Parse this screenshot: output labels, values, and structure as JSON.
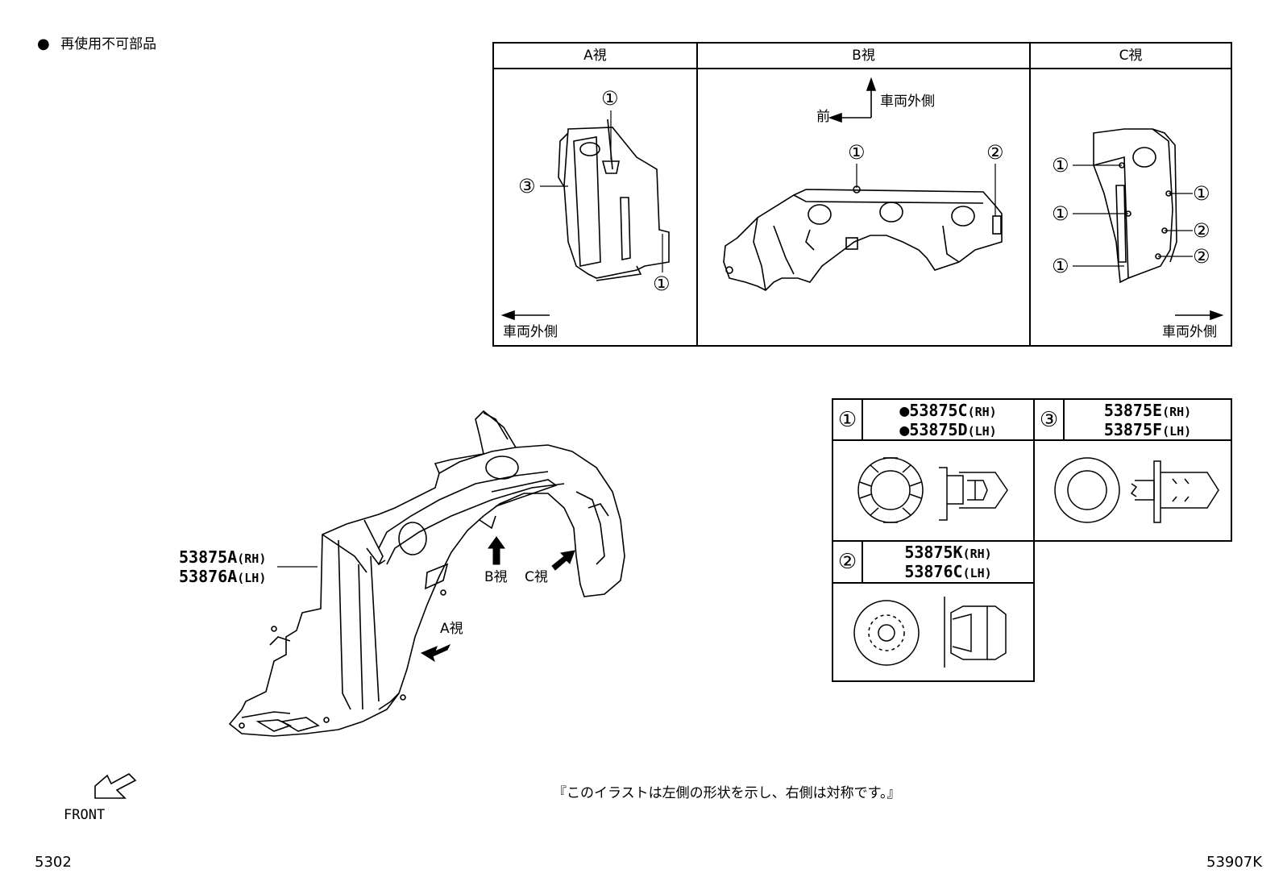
{
  "legend": {
    "bullet": "●",
    "text": "再使用不可部品"
  },
  "views": [
    {
      "key": "a",
      "title": "A視",
      "note": "車両外側"
    },
    {
      "key": "b",
      "title": "B視",
      "dir_front": "前",
      "dir_out": "車両外側"
    },
    {
      "key": "c",
      "title": "C視",
      "note": "車両外側"
    }
  ],
  "callouts": {
    "one": "①",
    "two": "②",
    "three": "③"
  },
  "parts": {
    "p1": {
      "num": "①",
      "line1": "●53875C",
      "line1_side": "(RH)",
      "line2": "●53875D",
      "line2_side": "(LH)"
    },
    "p2": {
      "num": "②",
      "line1": "53875K",
      "line1_side": "(RH)",
      "line2": "53876C",
      "line2_side": "(LH)"
    },
    "p3": {
      "num": "③",
      "line1": "53875E",
      "line1_side": "(RH)",
      "line2": "53875F",
      "line2_side": "(LH)"
    }
  },
  "main_part": {
    "line1": "53875A",
    "line1_side": "(RH)",
    "line2": "53876A",
    "line2_side": "(LH)"
  },
  "view_labels": {
    "a": "A視",
    "b": "B視",
    "c": "C視"
  },
  "front_label": "FRONT",
  "note": "『このイラストは左側の形状を示し、右側は対称です。』",
  "page_code": "5302",
  "figure_code": "53907K"
}
